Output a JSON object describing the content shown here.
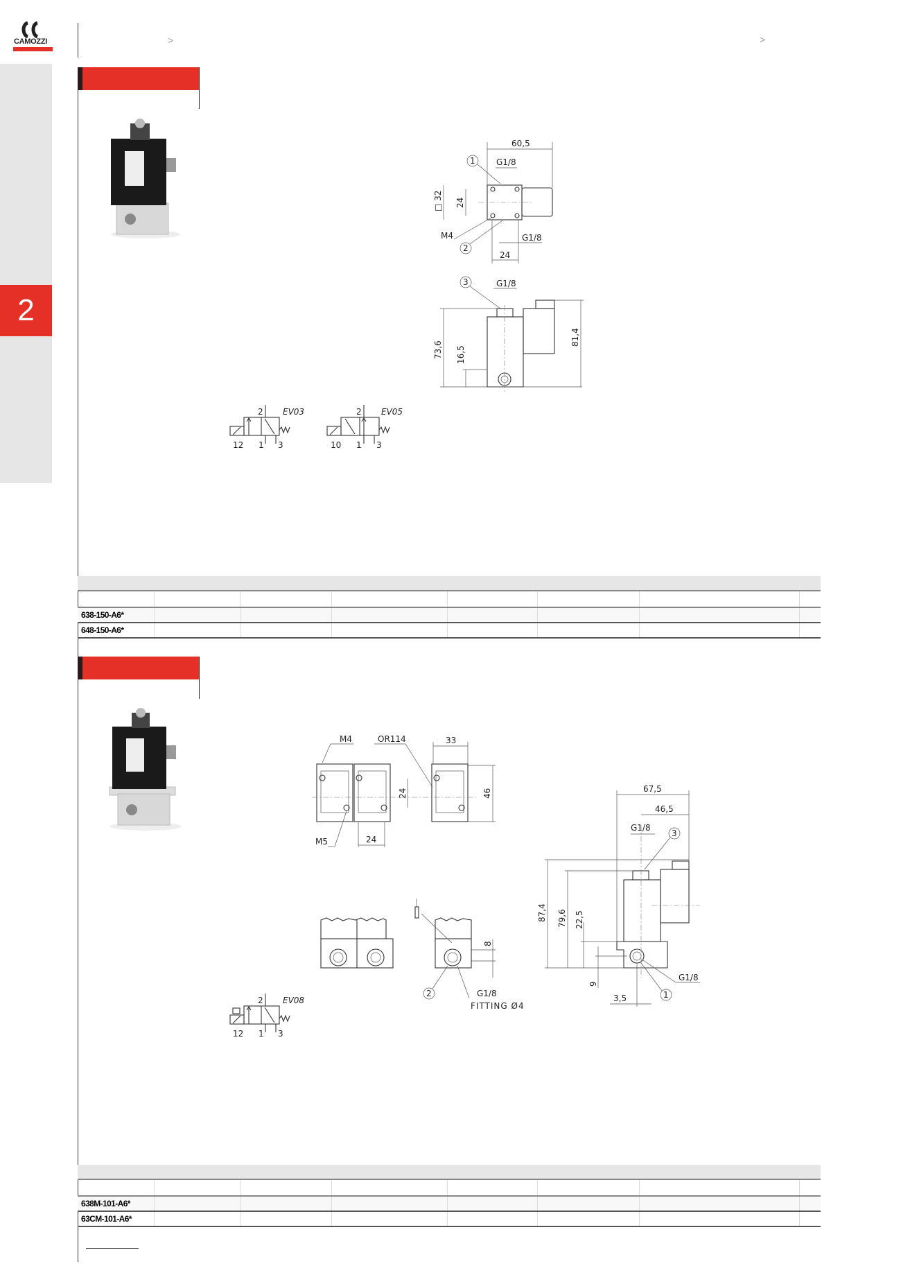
{
  "header": {
    "logo_text": "CAMOZZI",
    "brand_color": "#e53027",
    "breadcrumb_separators": [
      ">",
      ">"
    ]
  },
  "sidebar": {
    "section_number": "2"
  },
  "section1": {
    "drawing": {
      "dims": {
        "width_total": "60,5",
        "square": "□ 32",
        "hole_spacing_v": "24",
        "hole_spacing_h": "24",
        "height_total": "73,6",
        "height_port": "16,5",
        "height_connector": "81,4"
      },
      "labels": {
        "port_top": "G1/8",
        "port_bottom": "G1/8",
        "port_side": "G1/8",
        "screw": "M4",
        "callout_1": "1",
        "callout_2": "2",
        "callout_3": "3"
      }
    },
    "symbols": [
      {
        "name": "EV03",
        "port_2": "2",
        "port_pilot": "12",
        "port_1": "1",
        "port_3": "3"
      },
      {
        "name": "EV05",
        "port_2": "2",
        "port_pilot": "10",
        "port_1": "1",
        "port_3": "3"
      }
    ],
    "table": {
      "rows": [
        {
          "code": "638-150-A6*"
        },
        {
          "code": "648-150-A6*"
        }
      ]
    }
  },
  "section2": {
    "drawing": {
      "dims": {
        "body_width": "33",
        "height": "46",
        "pitch_v": "24",
        "pitch_h": "24",
        "port_offset": "8",
        "width_total": "67,5",
        "width_connector": "46,5",
        "height_total": "87,4",
        "height_body": "79,6",
        "height_base": "22,5",
        "port_height": "9",
        "port_offset_h": "3,5"
      },
      "labels": {
        "screw_m4": "M4",
        "oring": "OR114",
        "screw_m5": "M5",
        "port_g18_a": "G1/8",
        "fitting": "FITTING Ø4",
        "port_g18_top": "G1/8",
        "port_g18_side": "G1/8",
        "callout_1": "1",
        "callout_2": "2",
        "callout_3": "3"
      }
    },
    "symbols": [
      {
        "name": "EV08",
        "port_2": "2",
        "port_pilot": "12",
        "port_1": "1",
        "port_3": "3"
      }
    ],
    "table": {
      "rows": [
        {
          "code": "638M-101-A6*"
        },
        {
          "code": "63CM-101-A6*"
        }
      ]
    }
  }
}
